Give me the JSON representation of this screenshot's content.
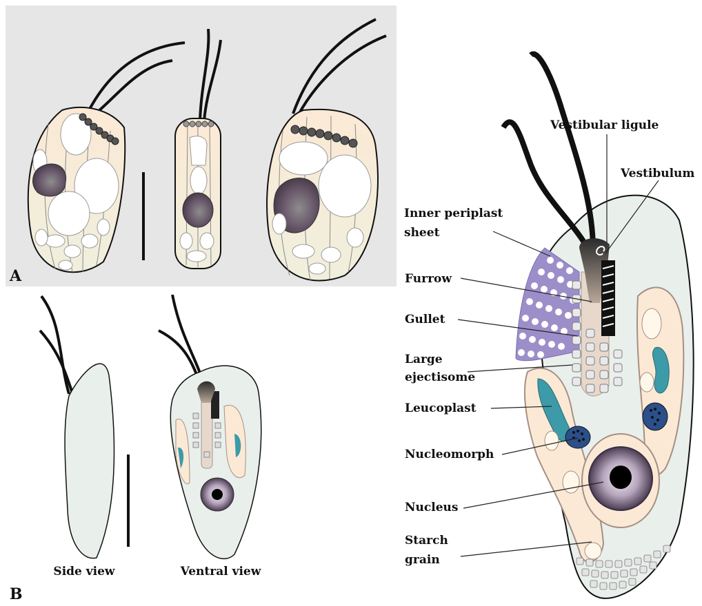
{
  "panels": {
    "a": {
      "letter": "A"
    },
    "b": {
      "letter": "B",
      "side_caption": "Side view",
      "ventral_caption": "Ventral view"
    }
  },
  "labels": [
    {
      "id": "vestibular-ligule",
      "text": "Vestibular ligule"
    },
    {
      "id": "vestibulum",
      "text": "Vestibulum"
    },
    {
      "id": "inner-periplast-sheet",
      "lines": [
        "Inner periplast",
        "sheet"
      ]
    },
    {
      "id": "furrow",
      "text": "Furrow"
    },
    {
      "id": "gullet",
      "text": "Gullet"
    },
    {
      "id": "large-ejectisome",
      "lines": [
        "Large",
        "ejectisome"
      ]
    },
    {
      "id": "leucoplast",
      "text": "Leucoplast"
    },
    {
      "id": "nucleomorph",
      "text": "Nucleomorph"
    },
    {
      "id": "nucleus",
      "text": "Nucleus"
    },
    {
      "id": "starch-grain",
      "lines": [
        "Starch",
        "grain"
      ]
    }
  ],
  "colors": {
    "panel_a_background": "#e6e6e6",
    "cell_fill": "#fbf4e6",
    "cell_body_light": "#e9efeb",
    "nucleus_purple": "#6e5d70",
    "periplast_purple": "#9c8fc9",
    "leucoplast_teal": "#3d9aa8",
    "flagellum": "#111111"
  }
}
